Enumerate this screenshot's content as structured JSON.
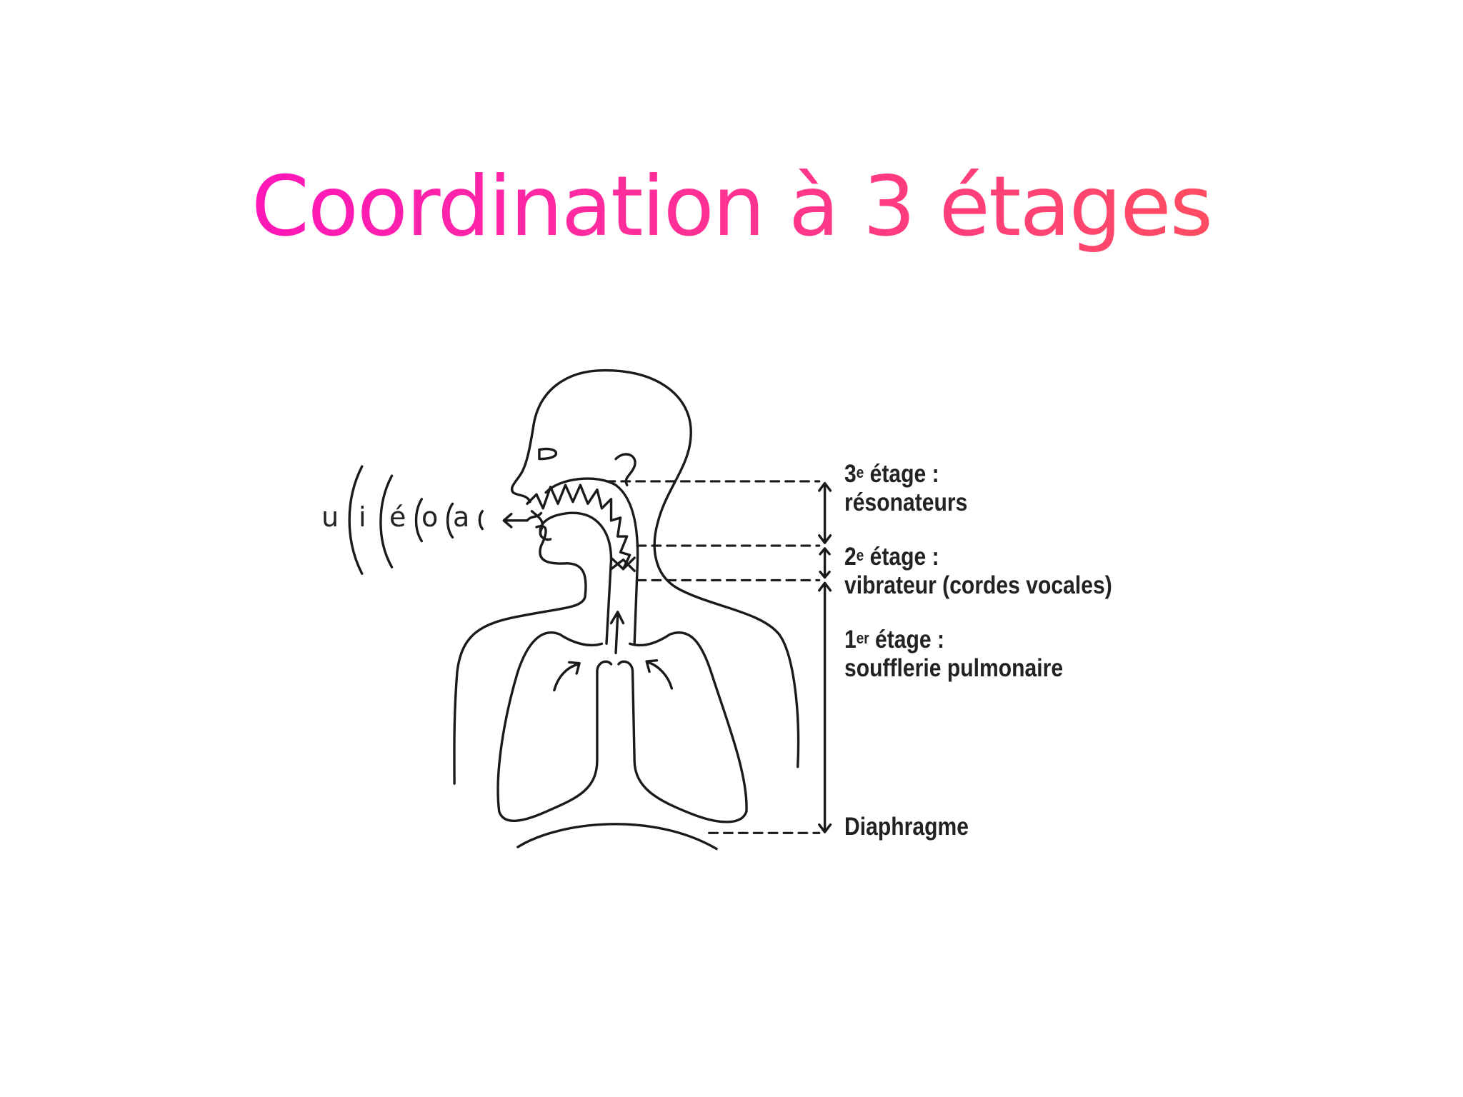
{
  "title": "Coordination à 3 étages",
  "colors": {
    "title_start": "#ff08cc",
    "title_end": "#ff5a48",
    "line": "#1a1a1a"
  },
  "diagram": {
    "vowels": [
      "u",
      "i",
      "é",
      "o",
      "a"
    ],
    "levels": [
      {
        "number": "3",
        "suffix": "e",
        "name": " étage :",
        "desc": "résonateurs"
      },
      {
        "number": "2",
        "suffix": "e",
        "name": " étage :",
        "desc": "vibrateur (cordes vocales)"
      },
      {
        "number": "1",
        "suffix": "er",
        "name": " étage :",
        "desc": "soufflerie pulmonaire"
      }
    ],
    "diaphragm": "Diaphragme"
  }
}
